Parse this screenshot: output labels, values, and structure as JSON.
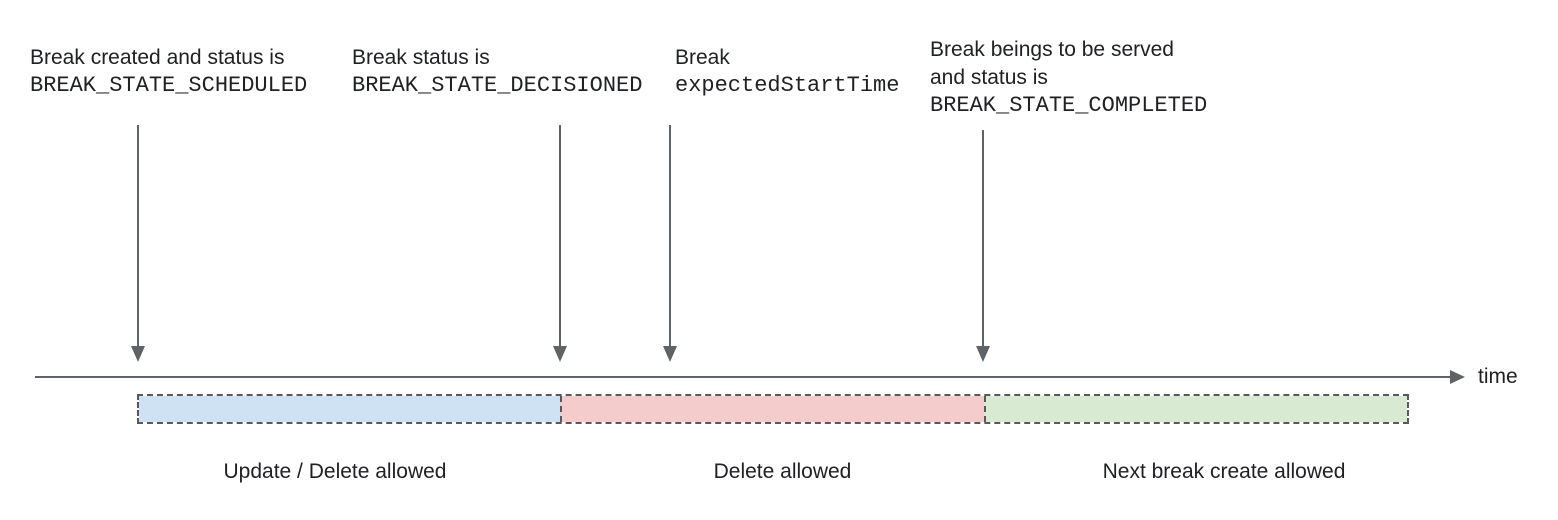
{
  "diagram": {
    "annotations": [
      {
        "lines": [
          {
            "text": "Break created and status is"
          },
          {
            "text": "BREAK_STATE_SCHEDULED"
          }
        ]
      },
      {
        "lines": [
          {
            "text": "Break status is"
          },
          {
            "text": "BREAK_STATE_DECISIONED"
          }
        ]
      },
      {
        "lines": [
          {
            "text": "Break"
          },
          {
            "text": "expectedStartTime"
          }
        ]
      },
      {
        "lines": [
          {
            "text": "Break beings to be served"
          },
          {
            "text": "and status is"
          },
          {
            "text": "BREAK_STATE_COMPLETED"
          }
        ]
      }
    ],
    "timeline": {
      "axis_label": "time"
    },
    "segments": [
      {
        "label": "Update / Delete allowed",
        "fill": "#cfe2f3"
      },
      {
        "label": "Delete allowed",
        "fill": "#f4cccc"
      },
      {
        "label": "Next break create allowed",
        "fill": "#d9ead3"
      }
    ],
    "colors": {
      "text": "#202124",
      "arrow": "#5f6368",
      "segment_border": "#595959"
    }
  }
}
